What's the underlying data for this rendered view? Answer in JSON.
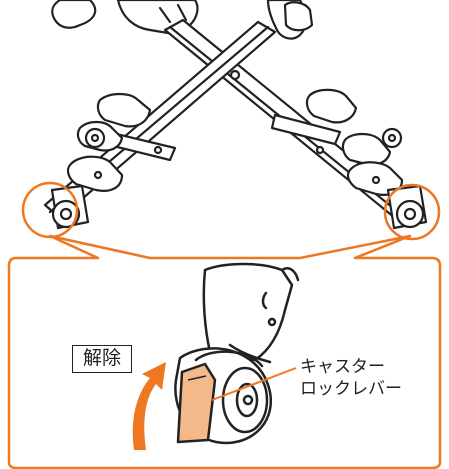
{
  "labels": {
    "release": "解除",
    "caster_lever_line1": "キャスター",
    "caster_lever_line2": "ロックレバー"
  },
  "colors": {
    "accent": "#EE7722",
    "lever_fill": "#F4B98A",
    "line": "#222222",
    "background": "#FFFFFF"
  },
  "icons": {
    "rotation_arrow": "curved-arrow-up-icon"
  }
}
